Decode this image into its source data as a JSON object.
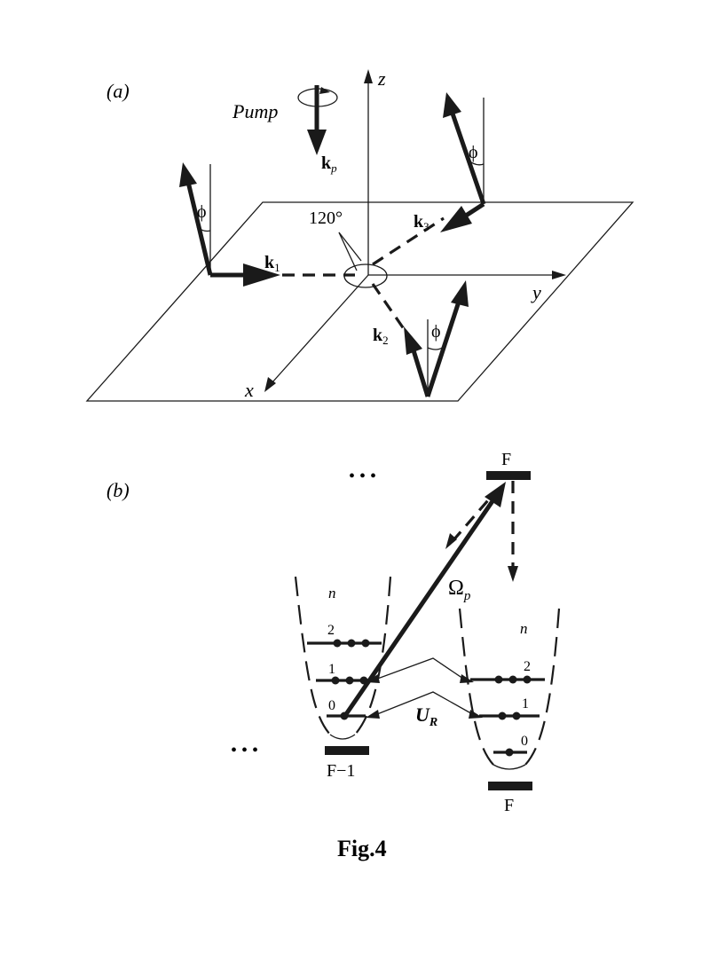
{
  "panel_a": {
    "label": "(a)",
    "pump_label": "Pump",
    "kp_label": "k",
    "kp_sub": "p",
    "k1_label": "k",
    "k1_sub": "1",
    "k2_label": "k",
    "k2_sub": "2",
    "k3_label": "k",
    "k3_sub": "3",
    "angle_label": "120°",
    "phi_label": "ϕ",
    "axis_x": "x",
    "axis_y": "y",
    "axis_z": "z"
  },
  "panel_b": {
    "label": "(b)",
    "ellipsis": "• • •",
    "level_F_top": "F",
    "level_F_minus_1": "F−1",
    "level_F_bottom": "F",
    "rabi_label": "Ω",
    "rabi_sub": "p",
    "coupling_label": "U",
    "coupling_sub": "R",
    "n_label": "n",
    "vib_levels": [
      "0",
      "1",
      "2"
    ]
  },
  "caption": "Fig.4"
}
